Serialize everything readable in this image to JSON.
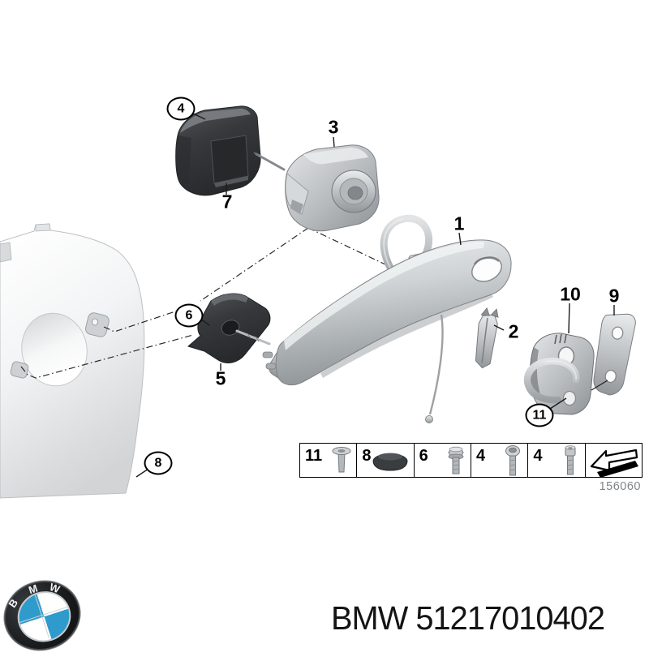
{
  "diagram": {
    "description": "BMW door handle exploded parts diagram",
    "drawing_number": "156060",
    "callouts": [
      {
        "id": "1",
        "style": "plain"
      },
      {
        "id": "2",
        "style": "plain"
      },
      {
        "id": "3",
        "style": "plain"
      },
      {
        "id": "4",
        "style": "circled"
      },
      {
        "id": "5",
        "style": "plain"
      },
      {
        "id": "6",
        "style": "circled"
      },
      {
        "id": "7",
        "style": "plain"
      },
      {
        "id": "8",
        "style": "circled"
      },
      {
        "id": "9",
        "style": "plain"
      },
      {
        "id": "10",
        "style": "plain"
      },
      {
        "id": "11",
        "style": "circled"
      }
    ],
    "legend": {
      "cells": [
        {
          "number": "11",
          "icon": "countersunk-screw"
        },
        {
          "number": "8",
          "icon": "plug-cap"
        },
        {
          "number": "6",
          "icon": "hex-flange-bolt"
        },
        {
          "number": "4",
          "icon": "oval-head-screw"
        },
        {
          "number": "4",
          "icon": "socket-head-bolt"
        },
        {
          "number": "",
          "icon": "direction-arrow"
        }
      ]
    }
  },
  "footer": {
    "title": "BMW 51217010402",
    "brand": "BMW",
    "part_number": "51217010402",
    "logo_letters": [
      "B",
      "M",
      "W"
    ]
  },
  "colors": {
    "logo_blue": "#2f9bcd",
    "part_dark": "#3a3d40",
    "part_silver": "#b9bdc0",
    "background": "#ffffff"
  }
}
